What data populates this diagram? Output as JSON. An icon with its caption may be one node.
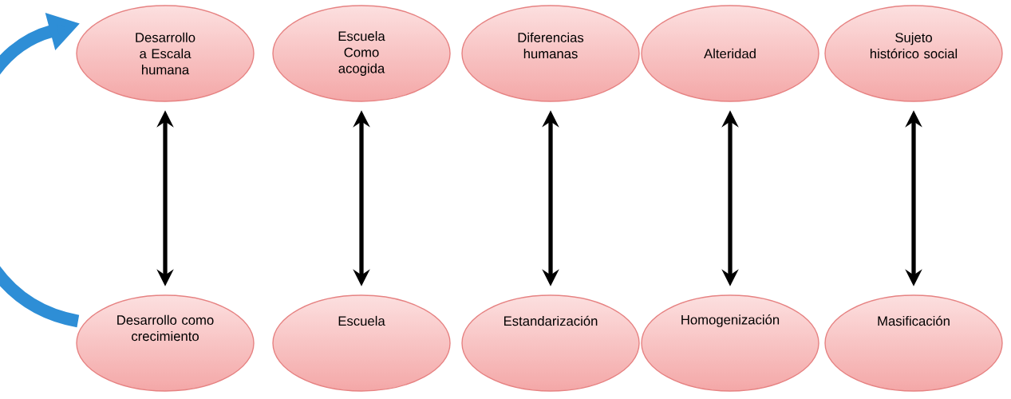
{
  "diagram": {
    "nodes": [
      {
        "text": [
          "Desarrollo a Escala humana"
        ]
      },
      {
        "text": [
          "Escuela Como acogida"
        ]
      },
      {
        "text": [
          "Diferencias humanas"
        ]
      },
      {
        "text": [
          "Alteridad"
        ]
      },
      {
        "text": [
          "Sujeto histórico social"
        ]
      },
      {
        "text": [
          "Desarrollo como crecimiento"
        ]
      },
      {
        "text": [
          "Escuela"
        ]
      },
      {
        "text": [
          "Estandarización"
        ]
      },
      {
        "text": [
          "Homogenización"
        ]
      },
      {
        "text": [
          "Masificación"
        ]
      }
    ],
    "edges": [
      {
        "from": 0,
        "to": 5,
        "arrow": "both"
      },
      {
        "from": 1,
        "to": 6,
        "arrow": "both"
      },
      {
        "from": 2,
        "to": 7,
        "arrow": "both"
      },
      {
        "from": 3,
        "to": 8,
        "arrow": "both"
      },
      {
        "from": 4,
        "to": 9,
        "arrow": "both"
      },
      {
        "from": 5,
        "to": 0,
        "arrow": "to",
        "style": "thick",
        "color": "#2e8ed6"
      }
    ]
  }
}
